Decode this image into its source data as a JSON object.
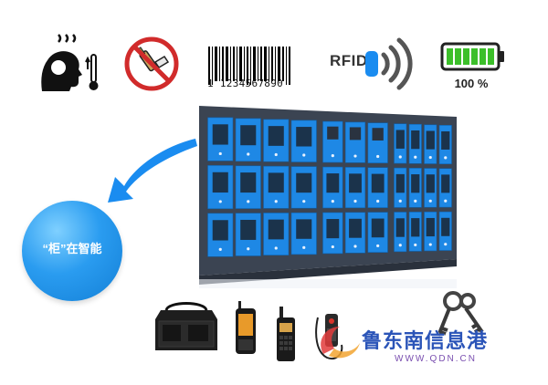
{
  "features": {
    "barcode_digits": "1 1234567890",
    "rfid_label": "RFID",
    "battery_label": "100 %"
  },
  "slogan": "“柜”在智能",
  "watermark": {
    "name": "鲁东南信息港",
    "url": "WWW.QDN.CN"
  },
  "colors": {
    "locker_blue": "#1e88e5",
    "cabinet_frame": "#3b4452",
    "arrow_blue": "#1a8cf0",
    "battery_green": "#3cbf2a"
  }
}
